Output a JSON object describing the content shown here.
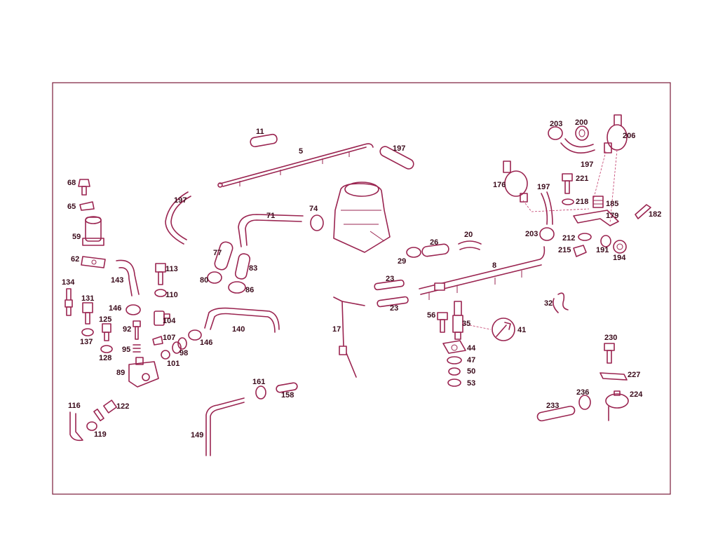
{
  "callouts": {
    "c11": "11",
    "c5": "5",
    "c197a": "197",
    "c197b": "197",
    "c197c": "197",
    "c197d": "197",
    "c71": "71",
    "c74": "74",
    "c77": "77",
    "c80": "80",
    "c83": "83",
    "c86": "86",
    "c68": "68",
    "c65": "65",
    "c59": "59",
    "c62": "62",
    "c143": "143",
    "c113": "113",
    "c110": "110",
    "c134": "134",
    "c131": "131",
    "c146a": "146",
    "c146b": "146",
    "c125": "125",
    "c92": "92",
    "c104": "104",
    "c140": "140",
    "c137": "137",
    "c107": "107",
    "c98": "98",
    "c95": "95",
    "c128": "128",
    "c101": "101",
    "c89": "89",
    "c116": "116",
    "c122": "122",
    "c119": "119",
    "c149": "149",
    "c161": "161",
    "c158": "158",
    "c17": "17",
    "c23a": "23",
    "c23b": "23",
    "c29": "29",
    "c26": "26",
    "c20": "20",
    "c8": "8",
    "c56": "56",
    "c35": "35",
    "c41": "41",
    "c44": "44",
    "c47": "47",
    "c50": "50",
    "c53": "53",
    "c203a": "203",
    "c203b": "203",
    "c200": "200",
    "c206": "206",
    "c176": "176",
    "c221": "221",
    "c218": "218",
    "c185": "185",
    "c179": "179",
    "c182": "182",
    "c212": "212",
    "c215": "215",
    "c191": "191",
    "c194": "194",
    "c32": "32",
    "c230": "230",
    "c227": "227",
    "c236": "236",
    "c224": "224",
    "c233": "233"
  },
  "colors": {
    "line": "#9a2450",
    "frame": "#7a1a3a",
    "text": "#3a0a1a",
    "background": "#ffffff"
  }
}
